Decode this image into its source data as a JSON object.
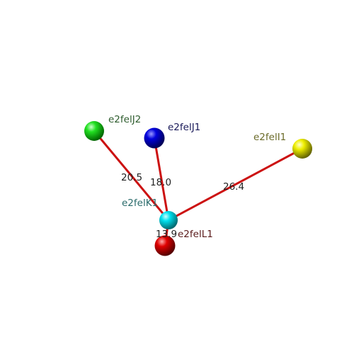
{
  "nodes": {
    "J2": {
      "label": "e2felJ2",
      "color": "#00e000",
      "label_color": "#2e5d2e"
    },
    "J1": {
      "label": "e2felJ1",
      "color": "#0000e0",
      "label_color": "#1a1a5a"
    },
    "I1": {
      "label": "e2felI1",
      "color": "#f0f000",
      "label_color": "#6b6b2a"
    },
    "K1": {
      "label": "e2felK1",
      "color": "#00e8f0",
      "label_color": "#2a6b6b"
    },
    "L1": {
      "label": "e2felL1",
      "color": "#e00000",
      "label_color": "#5a1a1a"
    }
  },
  "edges": [
    {
      "from": "J2",
      "to": "K1",
      "distance": "20.5"
    },
    {
      "from": "J1",
      "to": "K1",
      "distance": "18.0"
    },
    {
      "from": "I1",
      "to": "K1",
      "distance": "26.4"
    },
    {
      "from": "L1",
      "to": "K1",
      "distance": "13.9"
    }
  ],
  "bond_color": "#cc1111"
}
